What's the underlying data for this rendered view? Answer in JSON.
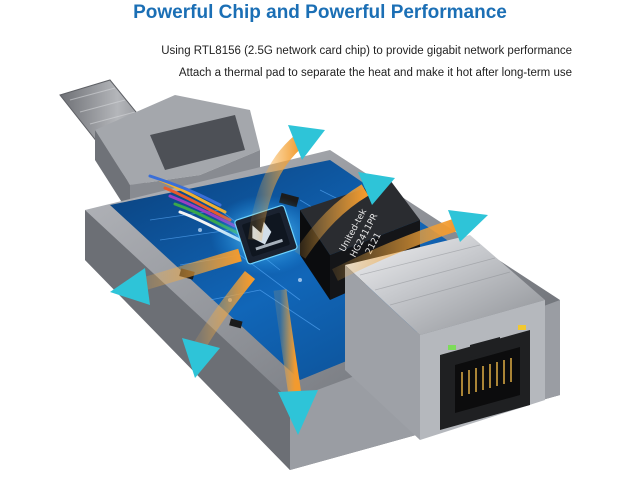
{
  "header": {
    "title": "Powerful Chip and Powerful Performance",
    "line1": "Using RTL8156 (2.5G network card chip) to provide gigabit network performance",
    "line2": "Attach a thermal pad to separate the heat and make it hot after long-term use"
  },
  "product": {
    "transformer_label_1": "United-tek",
    "transformer_label_2": "HG2411PR",
    "transformer_label_3": "2121"
  },
  "colors": {
    "title": "#1b6fb5",
    "text": "#222222",
    "arrow_orange": "#f0a040",
    "arrow_cyan": "#2ec4d8",
    "housing": "#8d9096",
    "pcb": "#0d5fa8"
  }
}
